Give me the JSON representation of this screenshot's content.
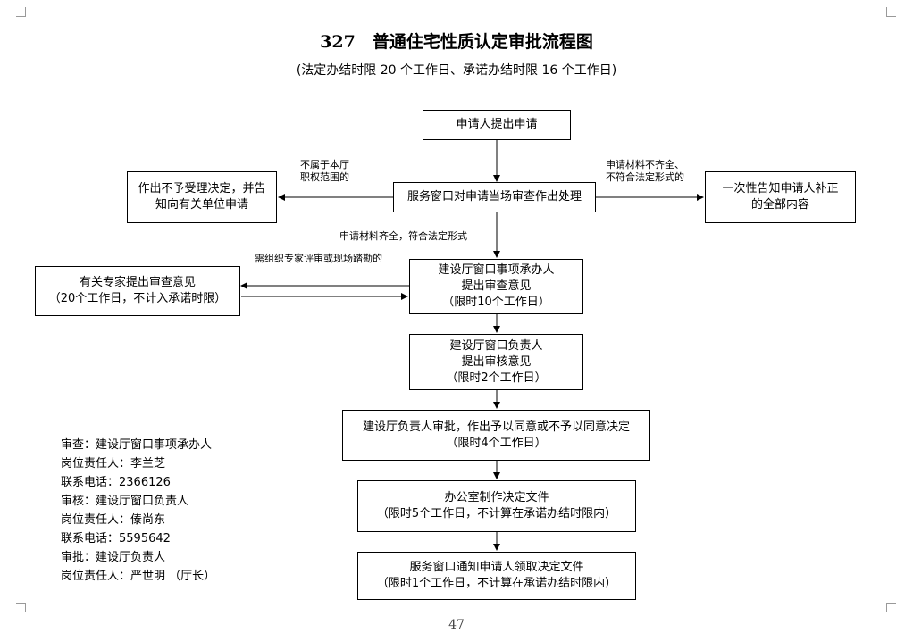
{
  "title": "327　普通住宅性质认定审批流程图",
  "subtitle": "(法定办结时限 20 个工作日、承诺办结时限 16 个工作日)",
  "nodes": {
    "apply": "申请人提出申请",
    "window_review": "服务窗口对申请当场审查作出处理",
    "reject": [
      "作出不予受理决定，并告",
      "知向有关单位申请"
    ],
    "notify_supplement": [
      "一次性告知申请人补正",
      "的全部内容"
    ],
    "expert": [
      "有关专家提出审查意见",
      "（20个工作日，不计入承诺时限）"
    ],
    "handler": [
      "建设厅窗口事项承办人",
      "提出审查意见",
      "（限时10个工作日）"
    ],
    "window_head": [
      "建设厅窗口负责人",
      "提出审核意见",
      "（限时2个工作日）"
    ],
    "approve": [
      "建设厅负责人审批，作出予以同意或不予以同意决定",
      "（限时4个工作日）"
    ],
    "office": [
      "办公室制作决定文件",
      "（限时5个工作日，不计算在承诺办结时限内）"
    ],
    "notify_collect": [
      "服务窗口通知申请人领取决定文件",
      "（限时1个工作日，不计算在承诺办结时限内）"
    ]
  },
  "edge_labels": {
    "not_in_scope": [
      "不属于本厅",
      "职权范围的"
    ],
    "incomplete": [
      "申请材料不齐全、",
      "不符合法定形式的"
    ],
    "complete": "申请材料齐全，符合法定形式",
    "need_expert": "需组织专家评审或现场踏勘的"
  },
  "responsibility": [
    "审查：建设厅窗口事项承办人",
    "岗位责任人：李兰芝",
    "联系电话：2366126",
    "审核：建设厅窗口负责人",
    "岗位责任人：傣尚东",
    "联系电话：5595642",
    "审批：建设厅负责人",
    "岗位责任人：严世明 （厅长）"
  ],
  "page_number": "47"
}
